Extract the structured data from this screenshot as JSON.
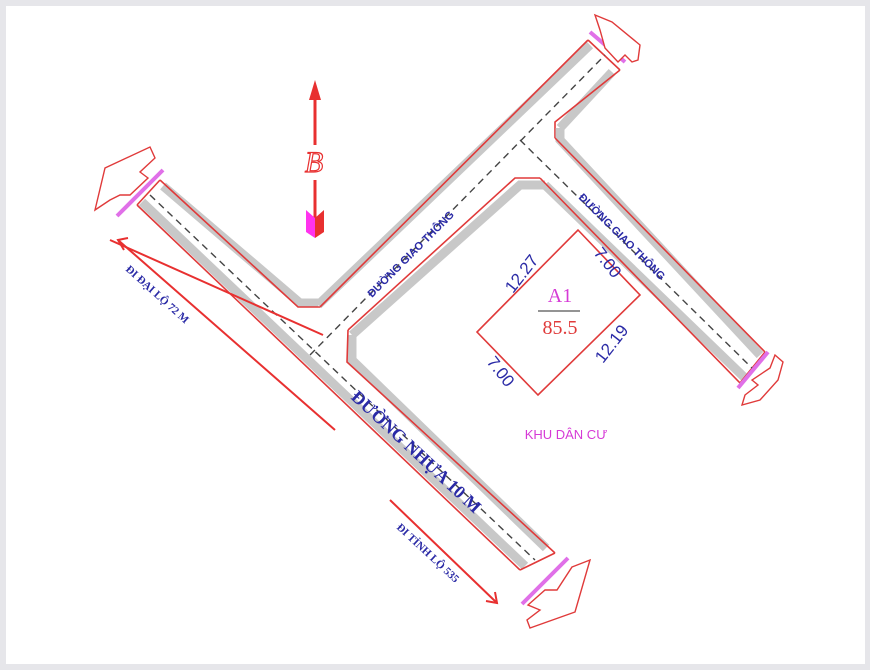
{
  "colors": {
    "boundary": "#e03a3a",
    "road_fill": "#c8c8c8",
    "road_label": "#2a2aa6",
    "lot_label": "#d63ad6",
    "area_label": "#e03a3a",
    "region_label": "#d63ad6",
    "cut_marker": "#e070e8",
    "north_arrow": "#e83030"
  },
  "north_arrow": {
    "label": "B"
  },
  "roads": {
    "main": {
      "label": "ĐƯỜNG NHỰA 10 M"
    },
    "upper": {
      "label": "ĐƯỜNG GIAO THÔNG"
    },
    "right": {
      "label": "ĐƯỜNG GIAO THÔNG"
    }
  },
  "directions": {
    "northwest": {
      "label": "ĐI ĐẠI LỘ 72 M"
    },
    "southeast": {
      "label": "ĐI TỈNH LỘ 535"
    }
  },
  "lot": {
    "id": "A1",
    "area": "85.5",
    "dimensions": {
      "left_side": "12.27",
      "top_side": "7.00",
      "right_side": "12.19",
      "bottom_side": "7.00"
    }
  },
  "region": {
    "label": "KHU DÂN CƯ"
  }
}
